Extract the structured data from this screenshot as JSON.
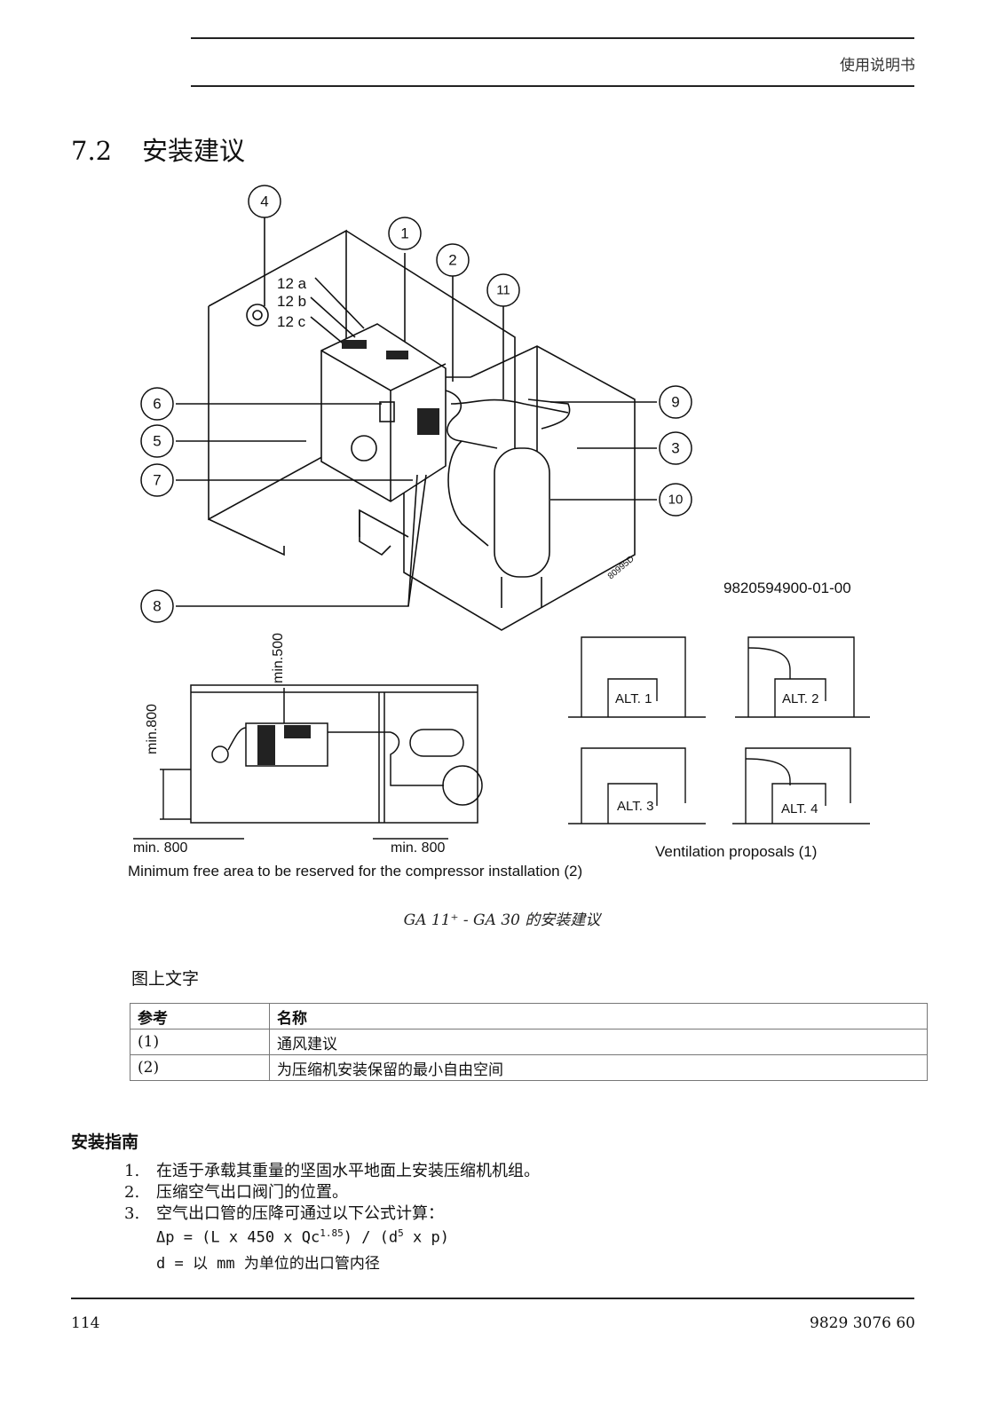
{
  "header": {
    "title": "使用说明书"
  },
  "section": {
    "number": "7.2",
    "title": "安装建议"
  },
  "figure": {
    "callouts": [
      "4",
      "1",
      "2",
      "11",
      "12 a",
      "12 b",
      "12 c",
      "6",
      "5",
      "7",
      "9",
      "3",
      "10",
      "8"
    ],
    "drawing_code": "80995D",
    "doc_code": "9820594900-01-00",
    "min_500": "min.500",
    "min_800_vertical": "min.800",
    "min_800_left": "min. 800",
    "min_800_right": "min. 800",
    "free_area_caption": "Minimum free area to be reserved for the compressor installation (2)",
    "alt_labels": [
      "ALT. 1",
      "ALT. 2",
      "ALT. 3",
      "ALT. 4"
    ],
    "ventilation_caption": "Ventilation proposals (1)"
  },
  "caption": "GA 11⁺ - GA 30 的安装建议",
  "legend": {
    "title": "图上文字",
    "headers": [
      "参考",
      "名称"
    ],
    "rows": [
      [
        "(1)",
        "通风建议"
      ],
      [
        "(2)",
        "为压缩机安装保留的最小自由空间"
      ]
    ]
  },
  "install": {
    "title": "安装指南",
    "steps": [
      {
        "n": "1.",
        "text": "在适于承载其重量的坚固水平地面上安装压缩机机组。"
      },
      {
        "n": "2.",
        "text": "压缩空气出口阀门的位置。"
      },
      {
        "n": "3.",
        "text": "空气出口管的压降可通过以下公式计算："
      }
    ],
    "formula": {
      "dp_lhs": "Δp = (L x 450 x Qc",
      "exp1": "1.85",
      "mid": ") / (d",
      "exp2": "5",
      "end": " x p)",
      "line2": "d = 以 mm 为单位的出口管内径"
    }
  },
  "footer": {
    "page": "114",
    "doc": "9829 3076 60"
  }
}
